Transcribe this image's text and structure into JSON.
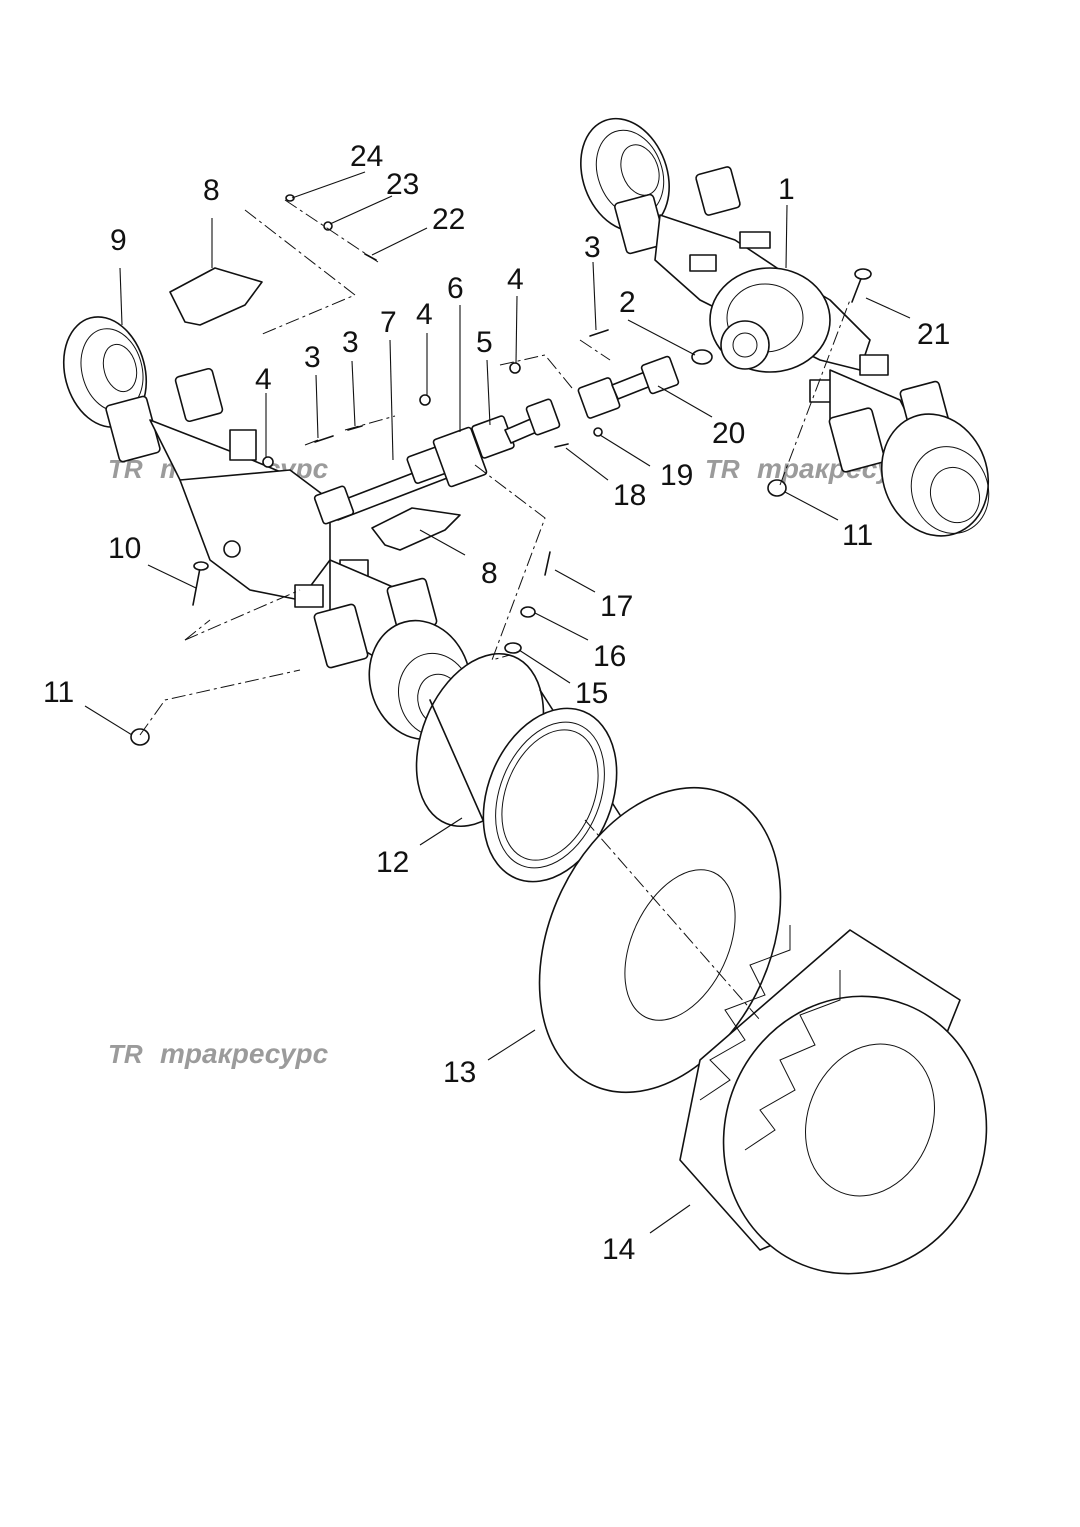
{
  "watermark": {
    "logo": "TR",
    "text": "тракресурс"
  },
  "callouts": {
    "c1": "1",
    "c2": "2",
    "c3a": "3",
    "c3b": "3",
    "c3c": "3",
    "c4a": "4",
    "c4b": "4",
    "c4c": "4",
    "c5": "5",
    "c6": "6",
    "c7": "7",
    "c8a": "8",
    "c8b": "8",
    "c9": "9",
    "c10": "10",
    "c11a": "11",
    "c11b": "11",
    "c12": "12",
    "c13": "13",
    "c14": "14",
    "c15": "15",
    "c16": "16",
    "c17": "17",
    "c18": "18",
    "c19": "19",
    "c20": "20",
    "c21": "21",
    "c22": "22",
    "c23": "23",
    "c24": "24"
  }
}
